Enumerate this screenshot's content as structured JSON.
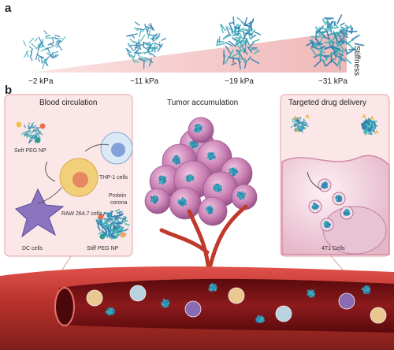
{
  "panel_a": {
    "letter": "a",
    "stiffness_label": "Stiffness",
    "particles": [
      {
        "label": "~2 kPa",
        "density": 0.25
      },
      {
        "label": "~11 kPa",
        "density": 0.45
      },
      {
        "label": "~19 kPa",
        "density": 0.7
      },
      {
        "label": "~31 kPa",
        "density": 1.0
      }
    ]
  },
  "panel_b": {
    "letter": "b",
    "blood_circulation": {
      "title": "Blood circulation",
      "labels": {
        "soft_np": "Soft PEG NP",
        "thp1": "THP-1 cells",
        "raw": "RAW 264.7 cells",
        "protein_corona_line1": "Protein",
        "protein_corona_line2": "corona",
        "dc": "DC cells",
        "stiff_np": "Stiff PEG NP"
      }
    },
    "tumor": {
      "title": "Tumor accumulation"
    },
    "targeted": {
      "title": "Targeted drug delivery",
      "cells_label": "4T1 Cells"
    }
  },
  "colors": {
    "np_blue": "#2f7fb0",
    "np_teal": "#3fb3b8",
    "tumor_pink": "#c77cb0",
    "vessel_red": "#b6312b",
    "blood_dark": "#6e0f12",
    "panel_bg": "#fbe7e7",
    "dc_purple": "#8a74c0",
    "raw_yellow": "#f2d07a"
  }
}
